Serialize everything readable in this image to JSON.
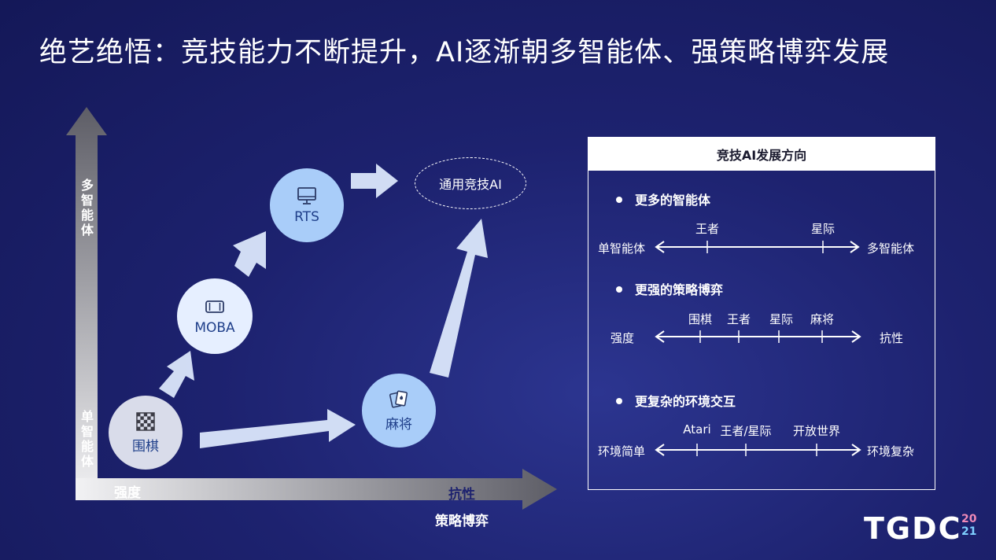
{
  "title": "绝艺绝悟：竞技能力不断提升，AI逐渐朝多智能体、强策略博弈发展",
  "diagram": {
    "y_axis": {
      "top_label": "多智能体",
      "bottom_label": "单智能体"
    },
    "x_axis": {
      "left_label": "强度",
      "right_label": "抗性",
      "title": "策略博弈"
    },
    "nodes": {
      "go": "围棋",
      "moba": "MOBA",
      "rts": "RTS",
      "mahjong": "麻将",
      "goal": "通用竞技AI"
    },
    "icons": {
      "go": "chessboard-icon",
      "moba": "phone-icon",
      "rts": "monitor-icon",
      "mahjong": "playing-cards-icon"
    },
    "colors": {
      "axis": "#8d8d95",
      "arrow": "#dbe7fb",
      "node_light": "#e6efff",
      "node_blue": "#a9cdf9"
    }
  },
  "panel": {
    "header": "竞技AI发展方向",
    "sections": [
      {
        "bullet": "更多的智能体",
        "left": "单智能体",
        "right": "多智能体",
        "ticks": [
          "王者",
          "星际"
        ]
      },
      {
        "bullet": "更强的策略博弈",
        "left": "强度",
        "right": "抗性",
        "ticks": [
          "围棋",
          "王者",
          "星际",
          "麻将"
        ]
      },
      {
        "bullet": "更复杂的环境交互",
        "left": "环境简单",
        "right": "环境复杂",
        "ticks": [
          "Atari",
          "王者/星际",
          "开放世界"
        ]
      }
    ]
  },
  "logo": {
    "text": "TGDC",
    "year_top": "20",
    "year_bottom": "21"
  }
}
